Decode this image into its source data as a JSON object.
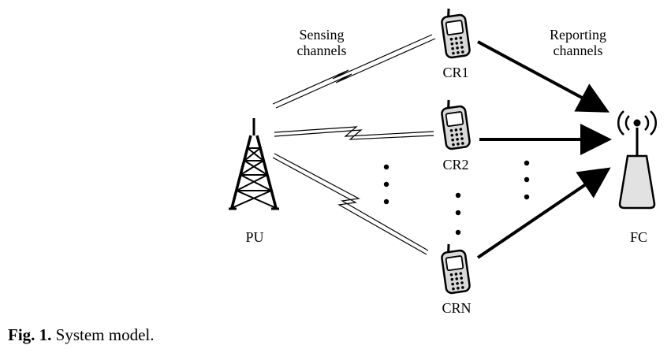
{
  "labels": {
    "sensing": [
      "Sensing",
      "channels"
    ],
    "reporting": [
      "Reporting",
      "channels"
    ],
    "pu": "PU",
    "fc": "FC",
    "cr1": "CR1",
    "cr2": "CR2",
    "crn": "CRN"
  },
  "caption": {
    "fig": "Fig. 1.",
    "text": "System model."
  },
  "icons": {
    "pu": "transmission-tower-icon",
    "fc": "base-station-antenna-icon",
    "cr": "mobile-phone-icon"
  }
}
